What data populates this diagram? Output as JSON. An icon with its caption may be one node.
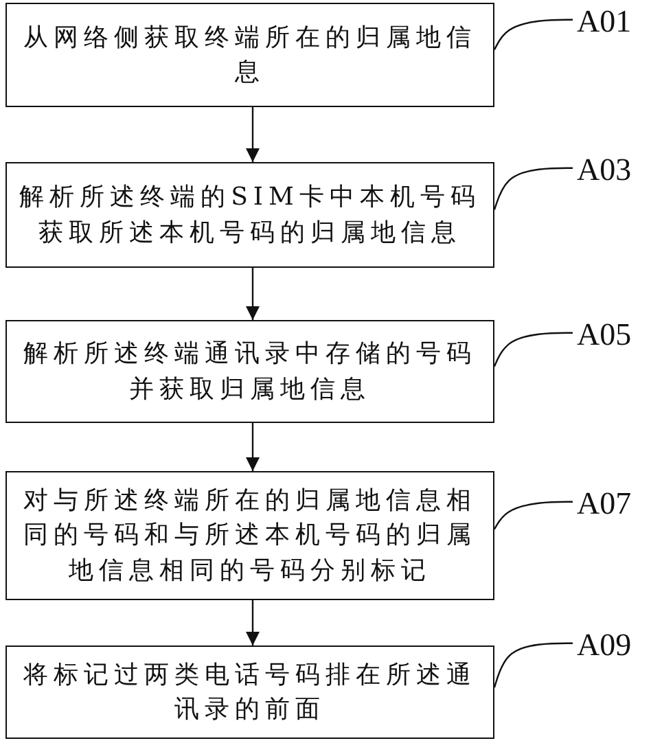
{
  "diagram": {
    "nodes": [
      {
        "text": [
          "从网络侧获取终端所在的归属地信息"
        ]
      },
      {
        "text": [
          "A01"
        ]
      },
      {
        "text": [
          "解析所述终端的SIM卡中本机号码获取所述本机号码的归属地信息"
        ]
      },
      {
        "text": [
          "A03"
        ]
      },
      {
        "text": [
          "解析所述终端通讯录中存储的号码并获取归属地信息"
        ]
      },
      {
        "text": [
          "A05"
        ]
      },
      {
        "text": [
          "对与所述终端所在的归属地信息相同的号码和与所述本机号码的归属地信息相同的号码分别标记"
        ]
      },
      {
        "text": [
          "A07"
        ]
      },
      {
        "text": [
          "将标记过两类电话号码排在所述通讯录的前面"
        ]
      },
      {
        "text": [
          "A09"
        ]
      }
    ],
    "edges": [
      {
        "from": 0,
        "to": 2,
        "arrow": "to"
      },
      {
        "from": 2,
        "to": 4,
        "arrow": "to"
      },
      {
        "from": 4,
        "to": 6,
        "arrow": "to"
      },
      {
        "from": 6,
        "to": 8,
        "arrow": "to"
      },
      {
        "from": 1,
        "to": 0,
        "arrow": "none"
      },
      {
        "from": 3,
        "to": 2,
        "arrow": "none"
      },
      {
        "from": 5,
        "to": 4,
        "arrow": "none"
      },
      {
        "from": 7,
        "to": 6,
        "arrow": "none"
      },
      {
        "from": 9,
        "to": 8,
        "arrow": "none"
      }
    ]
  }
}
